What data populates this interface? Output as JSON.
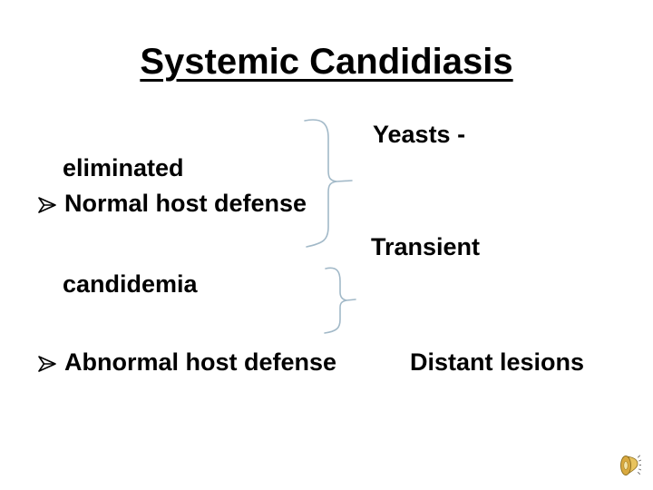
{
  "title": "Systemic Candidiasis",
  "content": {
    "yeasts": "Yeasts -",
    "eliminated": "eliminated",
    "normal_host_defense": "Normal host defense",
    "transient": "Transient",
    "candidemia": "candidemia",
    "abnormal_host_defense": "Abnormal host defense",
    "distant_lesions": "Distant lesions"
  },
  "icons": {
    "bullet": "three-d-arrowhead-icon",
    "sound": "speaker-icon"
  },
  "colors": {
    "background": "#ffffff",
    "text": "#000000",
    "brace": "#a2b9c8",
    "speaker_gold": "#dfb345",
    "speaker_gold_dark": "#8a6d1f"
  }
}
